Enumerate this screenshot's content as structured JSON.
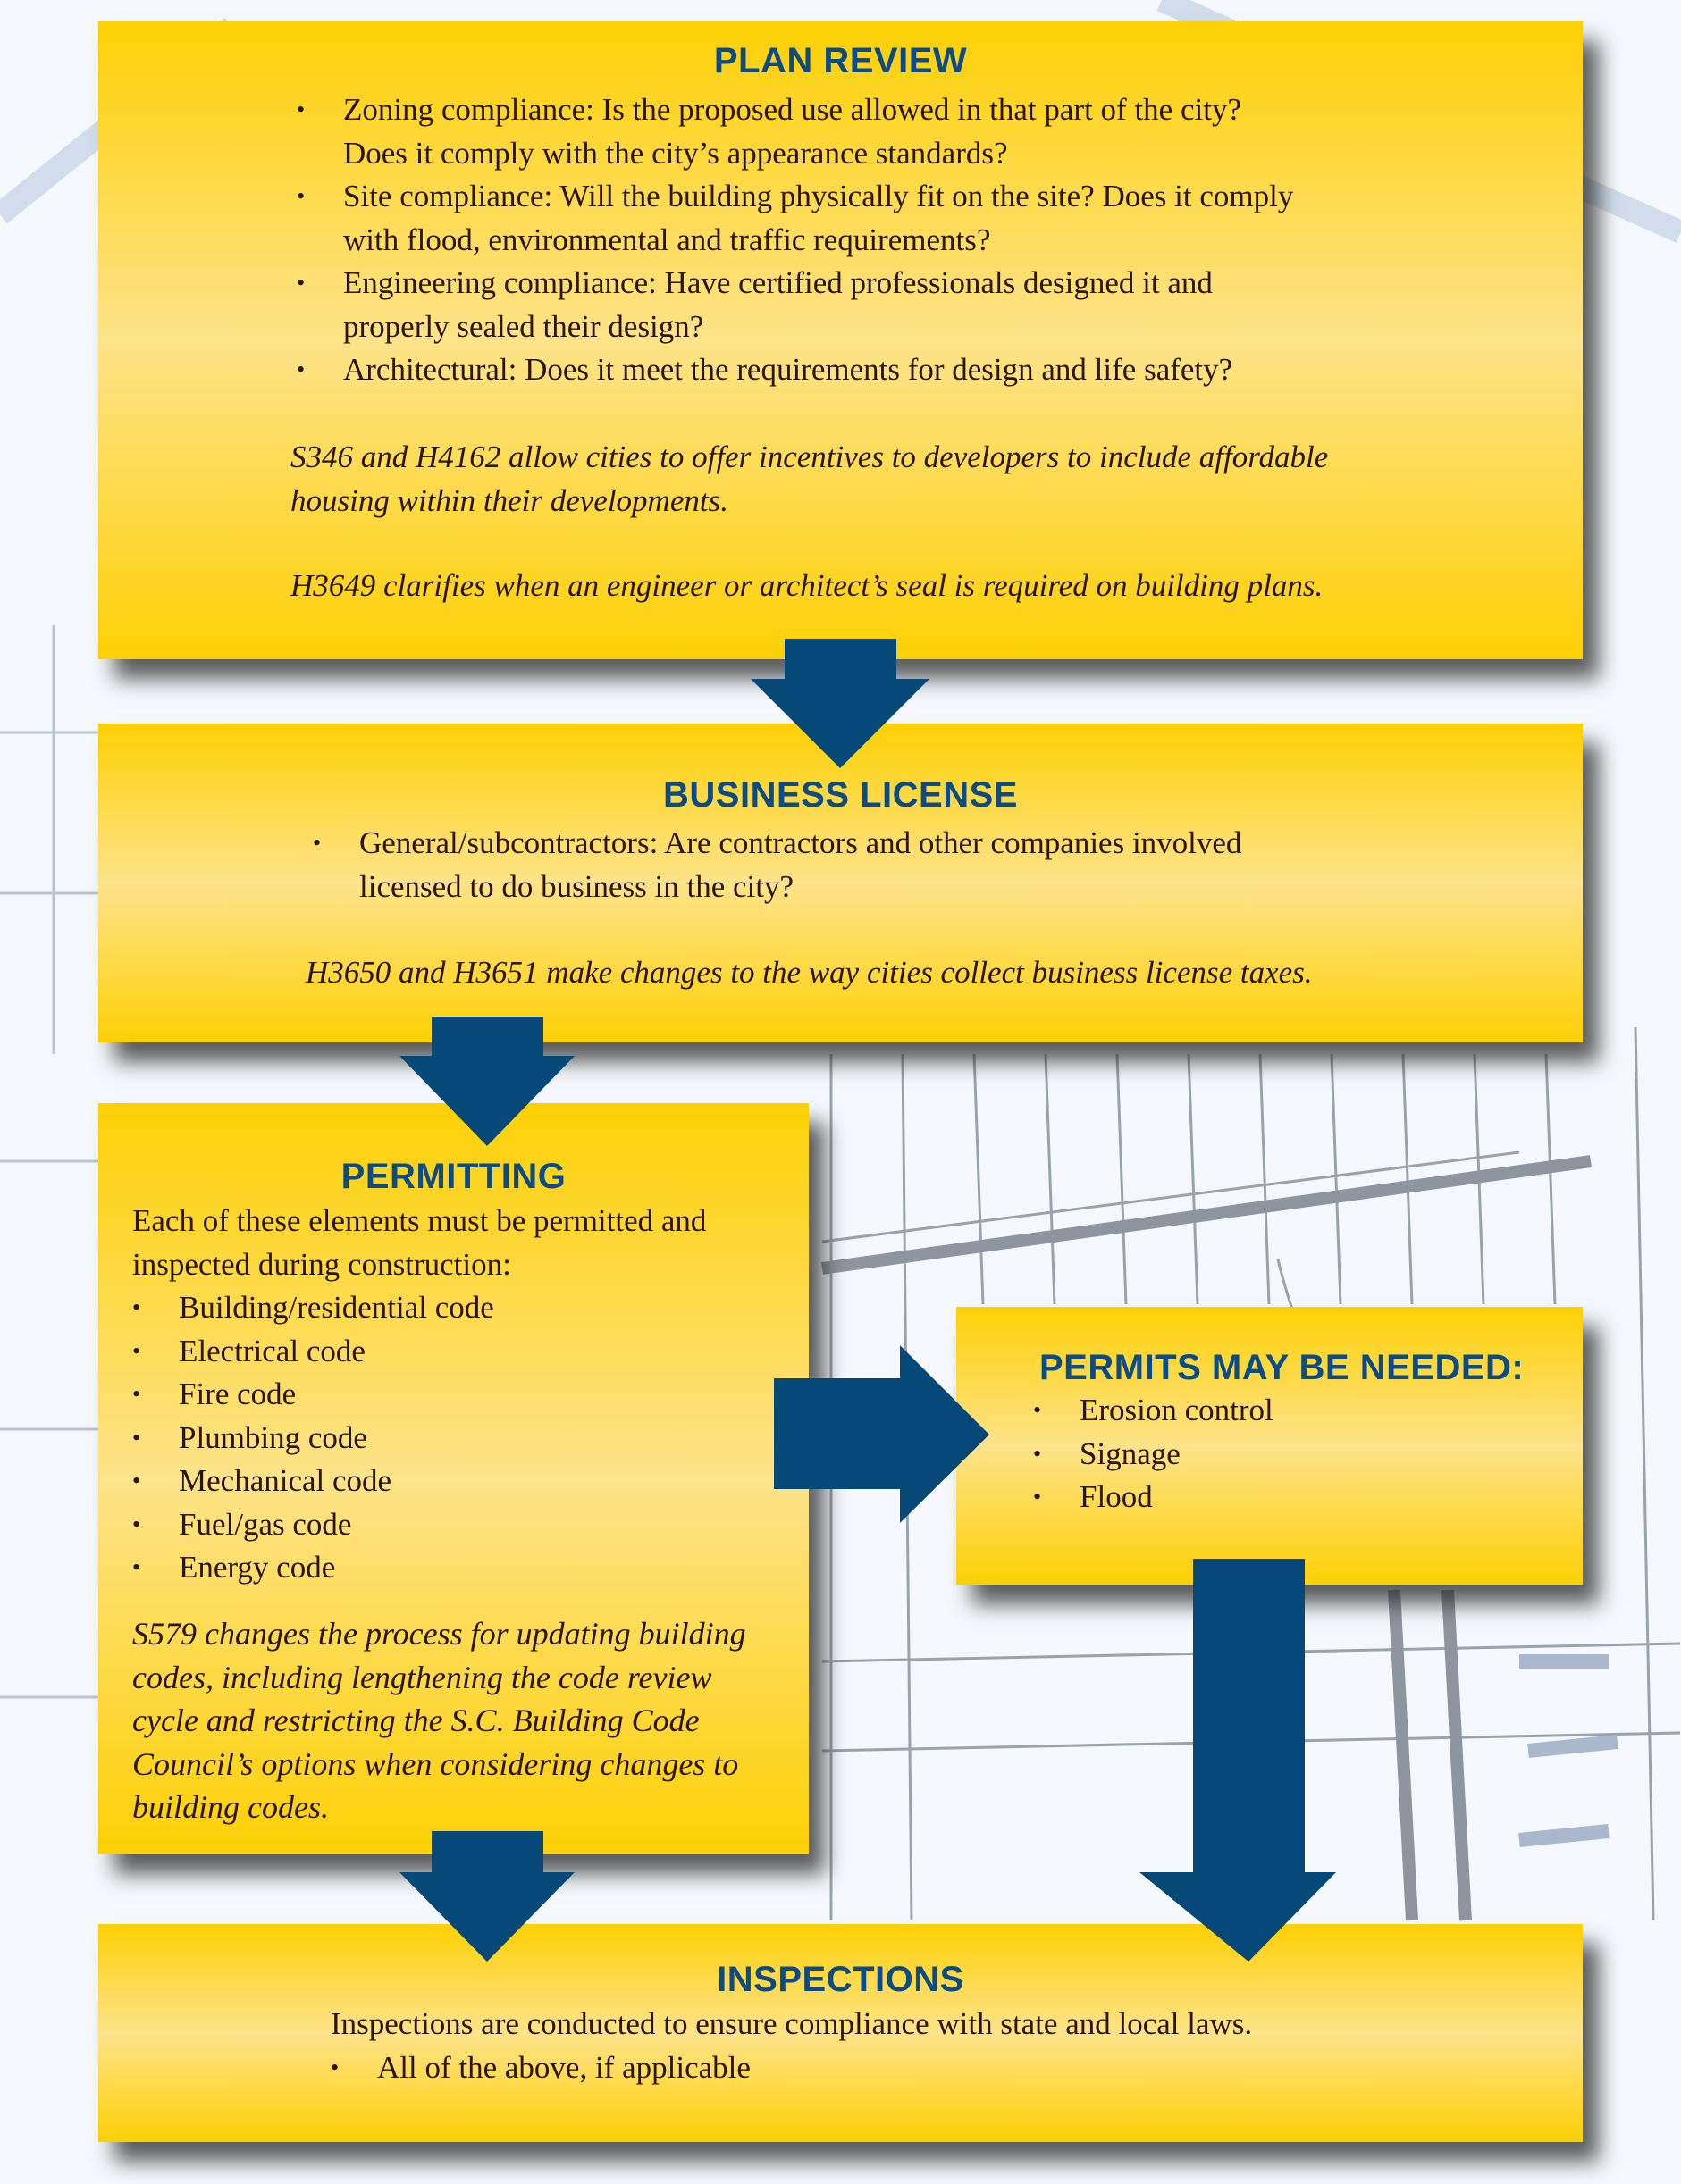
{
  "colors": {
    "box_gold": "#fdd005",
    "box_light": "#fde38a",
    "heading_blue": "#0b4c86",
    "arrow_blue": "#064878",
    "text_dark": "#2a1508"
  },
  "plan_review": {
    "title": "PLAN REVIEW",
    "bullets": [
      {
        "line1": "Zoning compliance: Is the proposed use allowed in that part of the city?",
        "line2": "Does it comply with the city’s appearance standards?"
      },
      {
        "line1": "Site compliance: Will the building physically fit on the site? Does it comply",
        "line2": "with flood, environmental and traffic requirements?"
      },
      {
        "line1": "Engineering compliance: Have certified professionals designed it and",
        "line2": "properly sealed their design?"
      },
      {
        "line1": "Architectural: Does it meet the requirements for design and life safety?"
      }
    ],
    "note1_line1": "S346 and H4162 allow cities to offer incentives to developers to include affordable",
    "note1_line2": "housing within their developments.",
    "note2": "H3649 clarifies when an engineer or architect’s seal is required on building plans."
  },
  "business_license": {
    "title": "BUSINESS LICENSE",
    "bullets": [
      {
        "line1": "General/subcontractors: Are contractors and other companies involved",
        "line2": "licensed to do business in the city?"
      }
    ],
    "note": "H3650 and H3651 make changes to the way cities collect business license taxes."
  },
  "permitting": {
    "title": "PERMITTING",
    "intro_line1": "Each of these elements must be permitted and",
    "intro_line2": "inspected during construction:",
    "bullets": [
      "Building/residential code",
      "Electrical code",
      "Fire code",
      "Plumbing code",
      "Mechanical code",
      "Fuel/gas code",
      "Energy code"
    ],
    "note_lines": [
      "S579 changes the process for updating building",
      "codes, including lengthening the code review",
      "cycle and restricting the S.C. Building Code",
      "Council’s options when considering changes to",
      "building codes."
    ]
  },
  "permits_needed": {
    "title": "PERMITS MAY BE NEEDED:",
    "bullets": [
      "Erosion control",
      "Signage",
      "Flood"
    ]
  },
  "inspections": {
    "title": "INSPECTIONS",
    "intro": "Inspections are conducted to ensure compliance with state and local laws.",
    "bullets": [
      "All of the above, if applicable"
    ]
  },
  "bullet_glyph": "•",
  "arrows": [
    {
      "name": "plan-review-to-business-license",
      "direction": "down"
    },
    {
      "name": "business-license-to-permitting",
      "direction": "down"
    },
    {
      "name": "permitting-to-permits-needed",
      "direction": "right"
    },
    {
      "name": "permitting-to-inspections",
      "direction": "down"
    },
    {
      "name": "permits-needed-to-inspections",
      "direction": "down"
    }
  ]
}
